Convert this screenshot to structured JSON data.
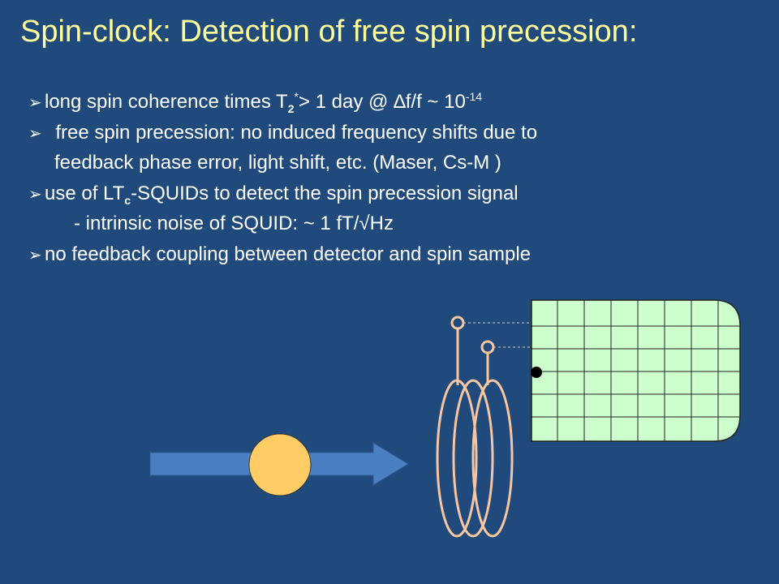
{
  "slide": {
    "title": "Spin-clock: Detection of free spin precession:",
    "bullet_marker": "➢",
    "lines": {
      "l1_pre": "long spin coherence times T",
      "l1_sub": "2",
      "l1_sup": "*",
      "l1_mid": "> 1 day @ ∆f/f ~ 10",
      "l1_exp": "-14",
      "l2": "free spin precession: no induced frequency shifts due to",
      "l3": "feedback phase error, light shift, etc. (Maser, Cs-M )",
      "l4_pre": "use of LT",
      "l4_sub": "c",
      "l4_post": "-SQUIDs to detect the spin precession signal",
      "l5": "- intrinsic noise of SQUID:  ~ 1 fT/√Hz",
      "l6": "no feedback coupling  between detector and spin sample"
    }
  },
  "colors": {
    "background": "#204a7c",
    "title": "#ffff99",
    "text": "#ffffff",
    "arrow": "#4a7fc1",
    "spin_ball": "#ffcc66",
    "coil": "#f7c5a0",
    "screen": "#ccffcc"
  }
}
